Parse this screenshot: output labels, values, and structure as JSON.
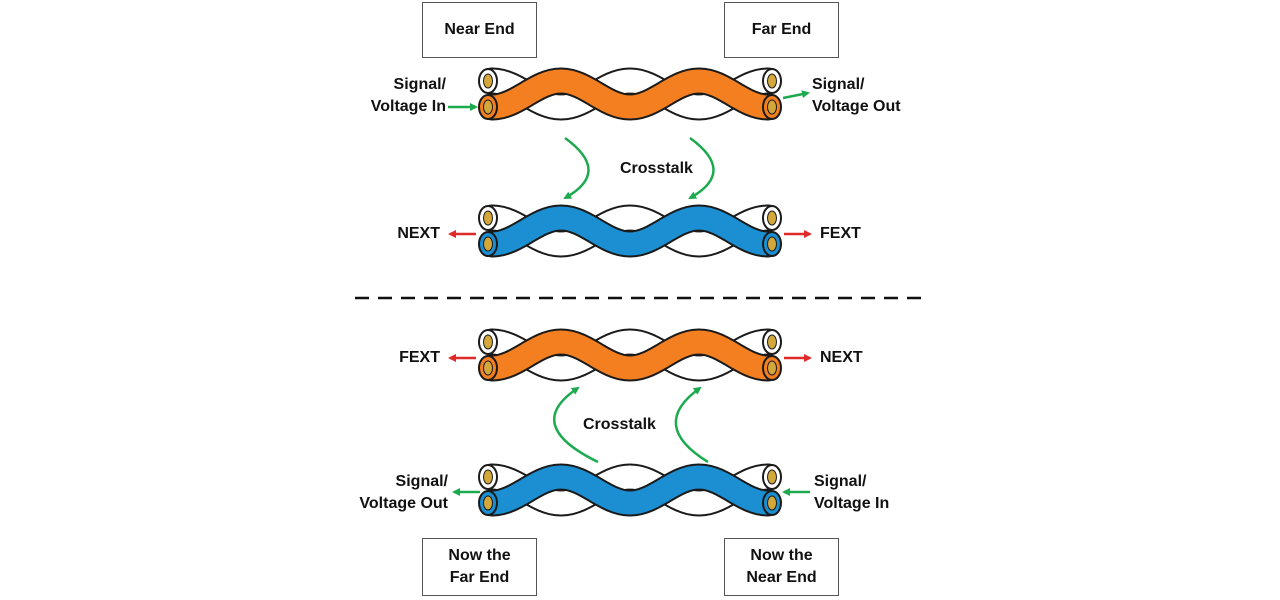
{
  "boxes": {
    "near_end": "Near End",
    "far_end": "Far End",
    "now_far_end": [
      "Now the",
      "Far End"
    ],
    "now_near_end": [
      "Now the",
      "Near End"
    ]
  },
  "top": {
    "signal_in": [
      "Signal/",
      "Voltage In"
    ],
    "signal_out": [
      "Signal/",
      "Voltage Out"
    ],
    "crosstalk": "Crosstalk",
    "next": "NEXT",
    "fext": "FEXT"
  },
  "bottom": {
    "fext": "FEXT",
    "next": "NEXT",
    "crosstalk": "Crosstalk",
    "signal_out": [
      "Signal/",
      "Voltage Out"
    ],
    "signal_in": [
      "Signal/",
      "Voltage In"
    ]
  },
  "colors": {
    "orange": "#f47f20",
    "blue": "#1b8fd2",
    "copper": "#d4a73a",
    "green_arrow": "#1daa4f",
    "red_arrow": "#e02a2a",
    "outline": "#1a1a1a"
  }
}
